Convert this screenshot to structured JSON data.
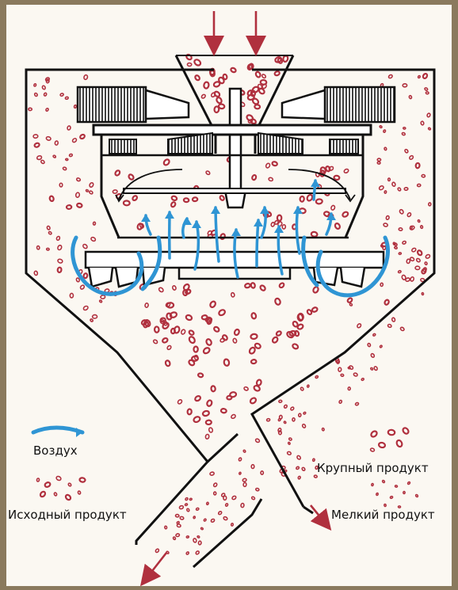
{
  "legend": {
    "air": "Воздух",
    "feed": "Исходный продукт",
    "coarse": "Крупный продукт",
    "fine": "Мелкий продукт"
  },
  "colors": {
    "particle": "#b0303e",
    "air": "#2f95d4",
    "line": "#111111",
    "paper": "#fbf8f2",
    "metal_fill": "#d8d8d8"
  }
}
